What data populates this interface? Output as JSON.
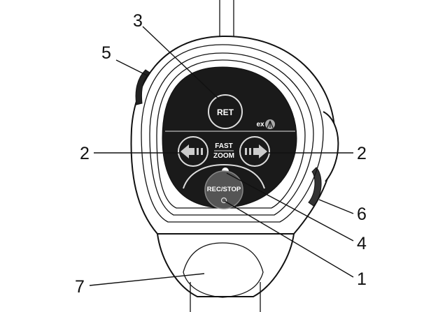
{
  "device": {
    "buttons": {
      "ret": "RET",
      "fast_zoom_line1": "FAST",
      "fast_zoom_line2": "ZOOM",
      "rec_stop": "REC/STOP",
      "brand_mark": "ex"
    }
  },
  "callouts": {
    "c1": "1",
    "c2_left": "2",
    "c2_right": "2",
    "c3": "3",
    "c4": "4",
    "c5": "5",
    "c6": "6",
    "c7": "7"
  },
  "colors": {
    "panel": "#1a1a1a",
    "rec_button": "#555555",
    "line": "#111111"
  }
}
